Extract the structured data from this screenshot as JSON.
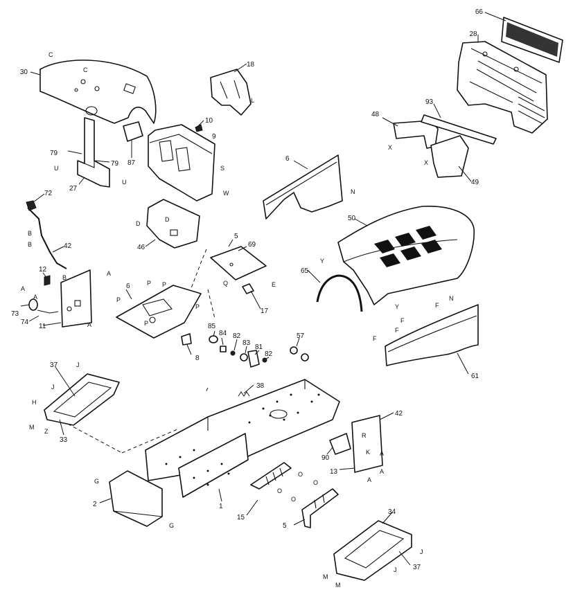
{
  "callouts": {
    "n66": "66",
    "n28": "28",
    "n30": "30",
    "n18": "18",
    "n10": "10",
    "n9": "9",
    "n87": "87",
    "n79a": "79",
    "n79b": "79",
    "n27": "27",
    "n93": "93",
    "n48": "48",
    "n49": "49",
    "n6a": "6",
    "n72": "72",
    "n42a": "42",
    "n46": "46",
    "n5a": "5",
    "n69": "69",
    "n50": "50",
    "n65": "65",
    "n12": "12",
    "n6b": "6",
    "n17": "17",
    "n73": "73",
    "n74": "74",
    "n11": "11",
    "n85": "85",
    "n84": "84",
    "n82a": "82",
    "n83": "83",
    "n81": "81",
    "n82b": "82",
    "n57": "57",
    "n8": "8",
    "n61": "61",
    "n37a": "37",
    "n38": "38",
    "n33": "33",
    "n42b": "42",
    "n90": "90",
    "n13": "13",
    "n2": "2",
    "n1": "1",
    "n15": "15",
    "n5b": "5",
    "n34": "34",
    "n37b": "37"
  },
  "refs": {
    "C1": "C",
    "C2": "C",
    "L": "L",
    "S": "S",
    "W": "W",
    "U1": "U",
    "U2": "U",
    "X1": "X",
    "X2": "X",
    "N1": "N",
    "B1": "B",
    "B2": "B",
    "B3": "B",
    "D1": "D",
    "D2": "D",
    "Y1": "Y",
    "Y2": "Y",
    "N2": "N",
    "F1": "F",
    "F2": "F",
    "F3": "F",
    "F4": "F",
    "A1": "A",
    "A2": "A",
    "A3": "A",
    "A4": "A",
    "A5": "A",
    "A6": "A",
    "A7": "A",
    "P1": "P",
    "P2": "P",
    "P3": "P",
    "P4": "P",
    "P5": "P",
    "Q": "Q",
    "E": "E",
    "J1": "J",
    "J2": "J",
    "J3": "J",
    "J4": "J",
    "H": "H",
    "M1": "M",
    "M2": "M",
    "M3": "M",
    "Z": "Z",
    "R": "R",
    "K": "K",
    "G1": "G",
    "G2": "G",
    "O1": "O",
    "O2": "O",
    "O3": "O",
    "O4": "O"
  }
}
